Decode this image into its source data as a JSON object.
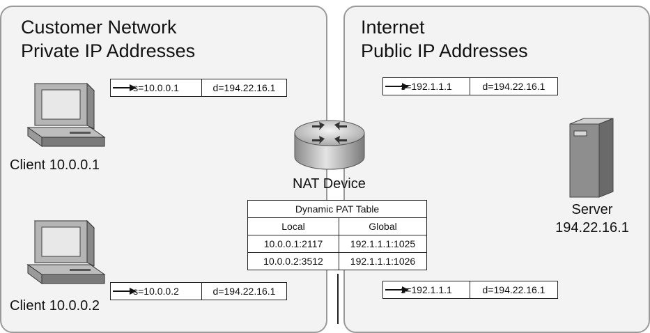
{
  "left_panel": {
    "title_line1": "Customer Network",
    "title_line2": "Private IP Addresses"
  },
  "right_panel": {
    "title_line1": "Internet",
    "title_line2": "Public IP Addresses"
  },
  "clients": [
    {
      "label": "Client 10.0.0.1"
    },
    {
      "label": "Client 10.0.0.2"
    }
  ],
  "packets": {
    "client1_out": {
      "source": "s=10.0.0.1",
      "destination": "d=194.22.16.1"
    },
    "client2_out": {
      "source": "s=10.0.0.2",
      "destination": "d=194.22.16.1"
    },
    "public_top": {
      "source": "s=192.1.1.1",
      "destination": "d=194.22.16.1"
    },
    "public_bottom": {
      "source": "s=192.1.1.1",
      "destination": "d=194.22.16.1"
    }
  },
  "nat_device": {
    "label": "NAT Device"
  },
  "pat_table": {
    "title": "Dynamic PAT Table",
    "headers": [
      "Local",
      "Global"
    ],
    "rows": [
      [
        "10.0.0.1:2117",
        "192.1.1.1:1025"
      ],
      [
        "10.0.0.2:3512",
        "192.1.1.1:1026"
      ]
    ]
  },
  "server": {
    "line1": "Server",
    "line2": "194.22.16.1"
  }
}
